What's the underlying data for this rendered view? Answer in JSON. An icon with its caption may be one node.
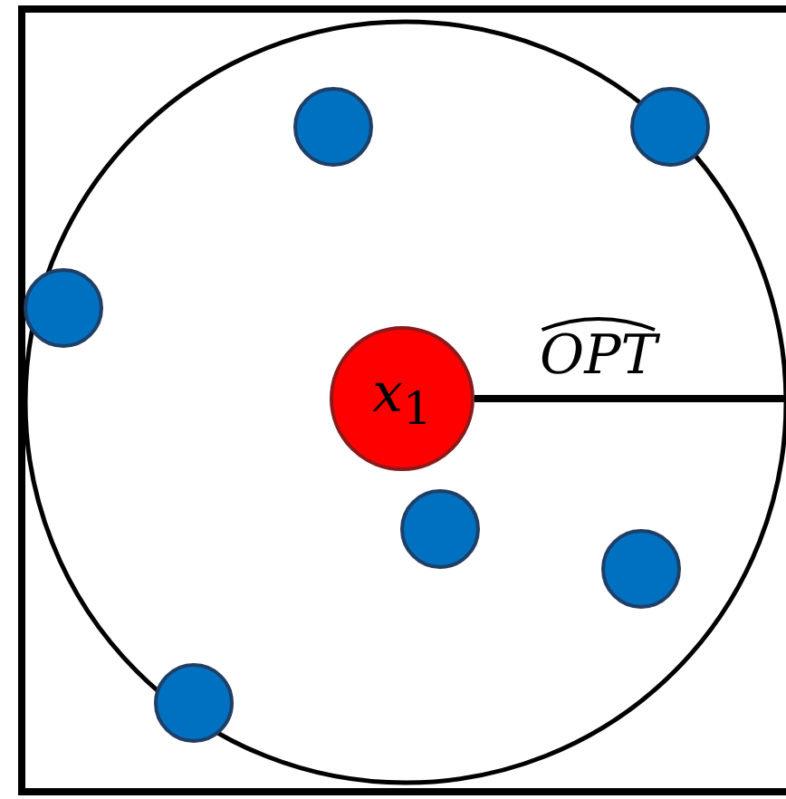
{
  "diagram": {
    "nodes": [
      {
        "text": [],
        "shape": "circle"
      },
      {
        "text": [],
        "shape": "circle"
      },
      {
        "text": [],
        "shape": "circle"
      },
      {
        "text": [
          "x$_{1}$"
        ]
      },
      {
        "text": [],
        "shape": "circle"
      },
      {
        "text": [],
        "shape": "circle"
      },
      {
        "text": [],
        "shape": "circle"
      }
    ],
    "labels": [
      "OPT"
    ]
  }
}
